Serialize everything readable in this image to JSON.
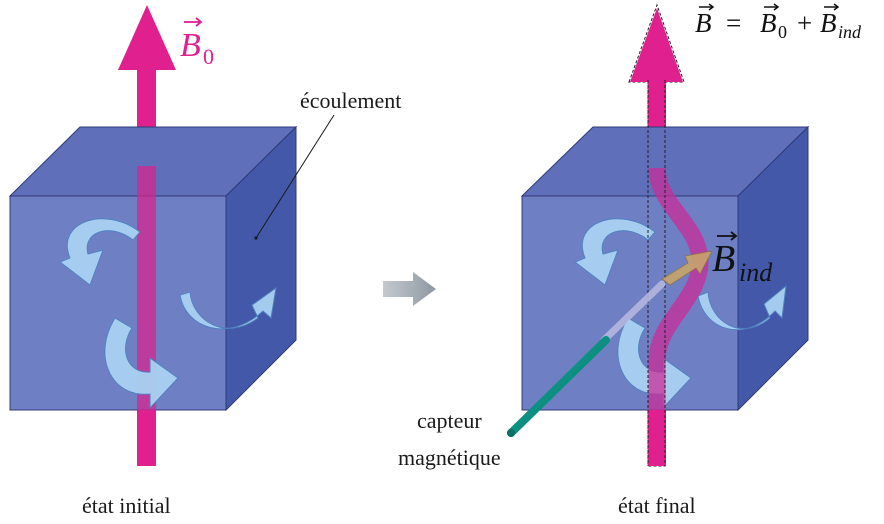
{
  "labels": {
    "flow": "écoulement",
    "state_initial": "état initial",
    "state_final": "état final",
    "sensor_line1": "capteur",
    "sensor_line2": "magnétique"
  },
  "math": {
    "b0_base": "B",
    "b0_sub": "0",
    "eq_left": "B",
    "eq_equals": "=",
    "eq_plus": "+",
    "bind_base": "B",
    "bind_sub": "ind"
  },
  "colors": {
    "field_arrow": "#e0208f",
    "b0_label": "#e0208f",
    "cube_front": "#6f7fc4",
    "cube_top": "#5f6fb9",
    "cube_side": "#4358a8",
    "flow_arrows": "#a9d2f2",
    "sensor_tube": "#159a8a",
    "induced_arrow": "#c8a46a",
    "transition_arrow": "#9aa3ad"
  }
}
